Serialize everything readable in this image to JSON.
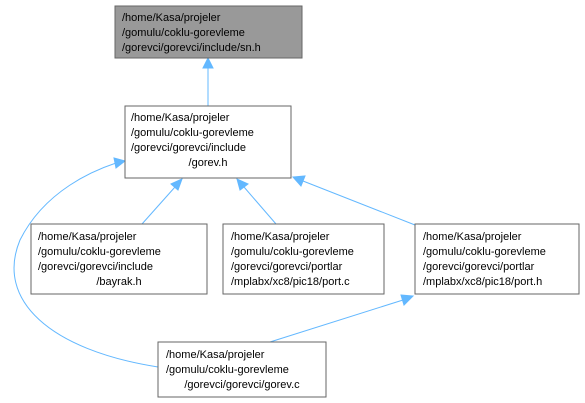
{
  "colors": {
    "root_fill": "#999999",
    "node_fill": "#ffffff",
    "node_border": "#666666",
    "edge": "#63b8ff"
  },
  "nodes": {
    "sn_h": {
      "lines": [
        "/home/Kasa/projeler",
        "/gomulu/coklu-gorevleme",
        "/gorevci/gorevci/include/sn.h"
      ]
    },
    "gorev_h": {
      "lines": [
        "/home/Kasa/projeler",
        "/gomulu/coklu-gorevleme",
        "/gorevci/gorevci/include",
        "/gorev.h"
      ]
    },
    "bayrak_h": {
      "lines": [
        "/home/Kasa/projeler",
        "/gomulu/coklu-gorevleme",
        "/gorevci/gorevci/include",
        "/bayrak.h"
      ]
    },
    "port_c": {
      "lines": [
        "/home/Kasa/projeler",
        "/gomulu/coklu-gorevleme",
        "/gorevci/gorevci/portlar",
        "/mplabx/xc8/pic18/port.c"
      ]
    },
    "port_h": {
      "lines": [
        "/home/Kasa/projeler",
        "/gomulu/coklu-gorevleme",
        "/gorevci/gorevci/portlar",
        "/mplabx/xc8/pic18/port.h"
      ]
    },
    "gorev_c": {
      "lines": [
        "/home/Kasa/projeler",
        "/gomulu/coklu-gorevleme",
        "/gorevci/gorevci/gorev.c"
      ]
    }
  },
  "edges": [
    {
      "from": "gorev_h",
      "to": "sn_h"
    },
    {
      "from": "bayrak_h",
      "to": "gorev_h"
    },
    {
      "from": "port_c",
      "to": "gorev_h"
    },
    {
      "from": "port_h",
      "to": "gorev_h"
    },
    {
      "from": "gorev_c",
      "to": "gorev_h"
    },
    {
      "from": "gorev_c",
      "to": "port_h"
    }
  ]
}
